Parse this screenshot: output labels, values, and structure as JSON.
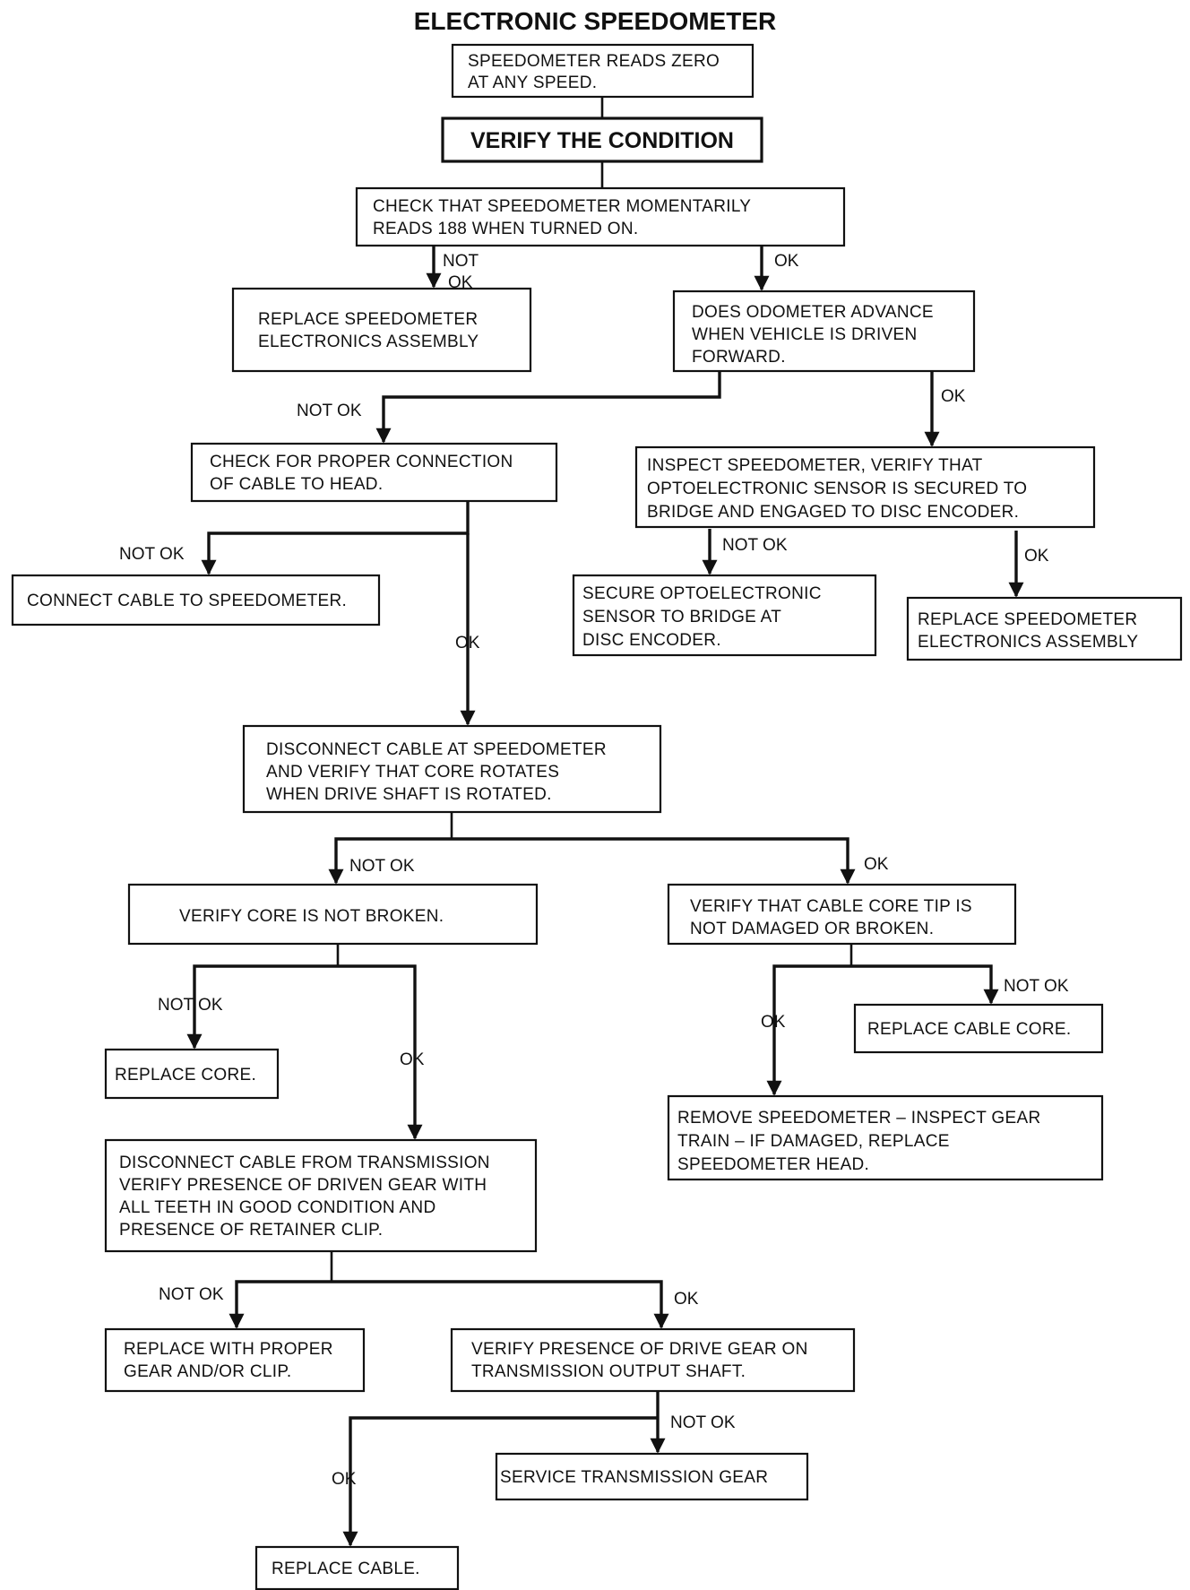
{
  "title": "ELECTRONIC SPEEDOMETER",
  "nodes": {
    "n1": [
      "SPEEDOMETER READS ZERO",
      "AT ANY SPEED."
    ],
    "n2": [
      "VERIFY THE CONDITION"
    ],
    "n3": [
      "CHECK THAT SPEEDOMETER MOMENTARILY",
      "READS 188 WHEN TURNED ON."
    ],
    "n4": [
      "REPLACE SPEEDOMETER",
      "ELECTRONICS ASSEMBLY"
    ],
    "n5": [
      "DOES ODOMETER ADVANCE",
      "WHEN VEHICLE IS DRIVEN",
      "FORWARD."
    ],
    "n6": [
      "CHECK FOR PROPER CONNECTION",
      "OF CABLE TO HEAD."
    ],
    "n7": [
      "INSPECT SPEEDOMETER, VERIFY THAT",
      "OPTOELECTRONIC SENSOR IS SECURED TO",
      "BRIDGE AND ENGAGED TO DISC ENCODER."
    ],
    "n8": [
      "CONNECT CABLE TO SPEEDOMETER."
    ],
    "n9": [
      "SECURE OPTOELECTRONIC",
      "SENSOR TO BRIDGE AT",
      "DISC ENCODER."
    ],
    "n10": [
      "REPLACE SPEEDOMETER",
      "ELECTRONICS ASSEMBLY"
    ],
    "n11": [
      "DISCONNECT CABLE AT SPEEDOMETER",
      "AND VERIFY THAT CORE ROTATES",
      "WHEN DRIVE SHAFT IS ROTATED."
    ],
    "n12": [
      "VERIFY CORE IS NOT BROKEN."
    ],
    "n13": [
      "VERIFY THAT CABLE CORE TIP IS",
      "NOT DAMAGED OR BROKEN."
    ],
    "n14": [
      "REPLACE CORE."
    ],
    "n15": [
      "REPLACE CABLE CORE."
    ],
    "n16": [
      "REMOVE SPEEDOMETER – INSPECT GEAR",
      "TRAIN – IF DAMAGED, REPLACE",
      "SPEEDOMETER HEAD."
    ],
    "n17": [
      "DISCONNECT CABLE FROM TRANSMISSION",
      "VERIFY PRESENCE OF DRIVEN GEAR WITH",
      "ALL TEETH IN GOOD CONDITION AND",
      "PRESENCE OF RETAINER CLIP."
    ],
    "n18": [
      "REPLACE WITH PROPER",
      "GEAR AND/OR CLIP."
    ],
    "n19": [
      "VERIFY PRESENCE OF DRIVE GEAR ON",
      "TRANSMISSION OUTPUT SHAFT."
    ],
    "n20": [
      "SERVICE TRANSMISSION GEAR"
    ],
    "n21": [
      "REPLACE CABLE."
    ]
  },
  "labels": {
    "not": "NOT",
    "ok": "OK",
    "not_ok": "NOT OK"
  }
}
